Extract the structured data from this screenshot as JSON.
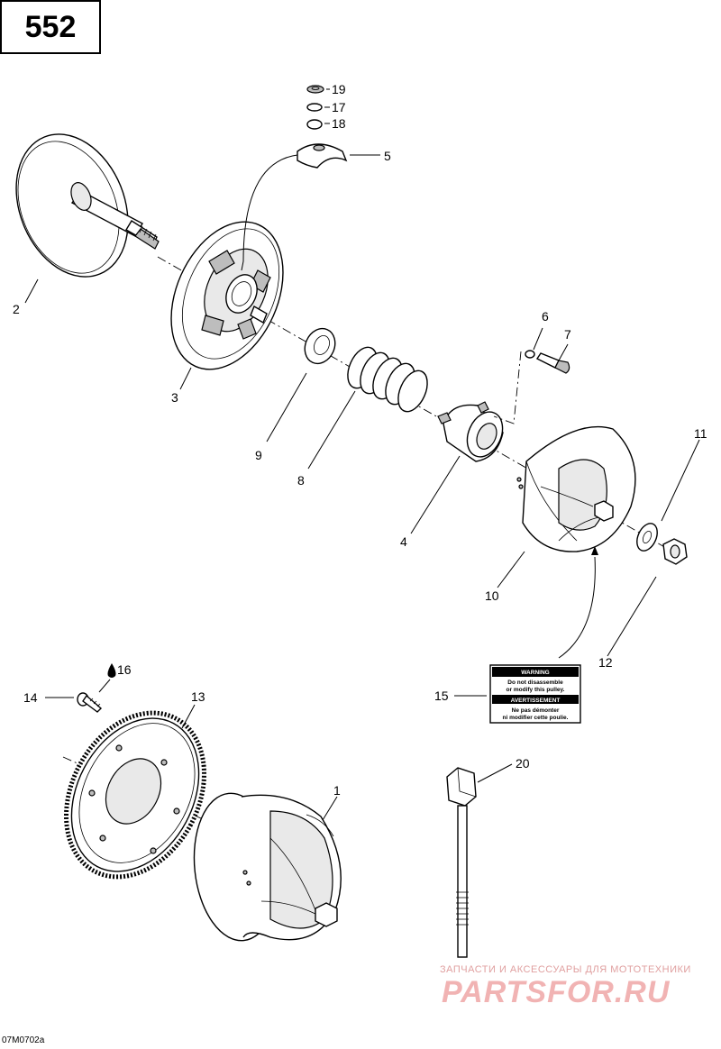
{
  "page_number": "552",
  "callouts": {
    "c1": "1",
    "c2": "2",
    "c3": "3",
    "c4": "4",
    "c5": "5",
    "c6": "6",
    "c7": "7",
    "c8": "8",
    "c9": "9",
    "c10": "10",
    "c11": "11",
    "c12": "12",
    "c13": "13",
    "c14": "14",
    "c15": "15",
    "c16": "16",
    "c17": "17",
    "c18": "18",
    "c19": "19",
    "c20": "20"
  },
  "warning_label": {
    "title_en": "WARNING",
    "line1_en": "Do not disassemble",
    "line2_en": "or modify this pulley.",
    "title_fr": "AVERTISSEMENT",
    "line1_fr": "Ne pas démonter",
    "line2_fr": "ni modifier cette poulie."
  },
  "ref_code": "07M0702a",
  "watermark": {
    "subtitle": "ЗАПЧАСТИ И АКСЕССУАРЫ ДЛЯ МОТОТЕХНИКИ",
    "brand": "PARTSFOR.RU"
  }
}
